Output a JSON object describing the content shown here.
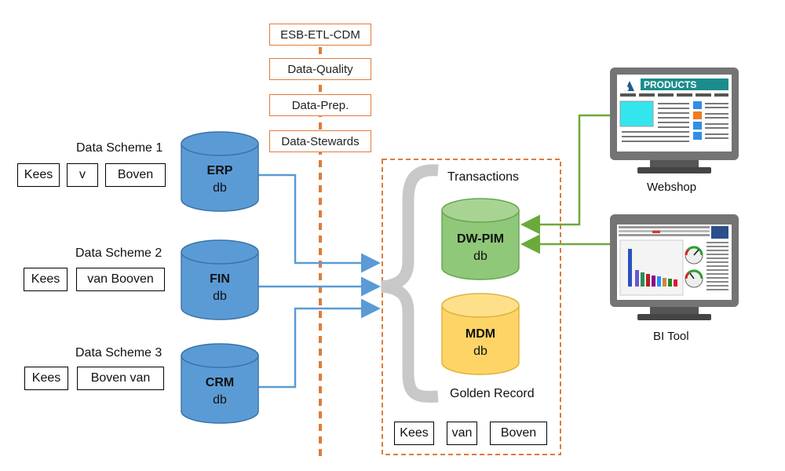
{
  "process_labels": [
    "ESB-ETL-CDM",
    "Data-Quality",
    "Data-Prep.",
    "Data-Stewards"
  ],
  "schemes": [
    {
      "title": "Data Scheme 1",
      "parts": [
        "Kees",
        "v",
        "Boven"
      ],
      "db": {
        "name": "ERP",
        "type": "db"
      }
    },
    {
      "title": "Data Scheme 2",
      "parts": [
        "Kees",
        "van Booven"
      ],
      "db": {
        "name": "FIN",
        "type": "db"
      }
    },
    {
      "title": "Data Scheme 3",
      "parts": [
        "Kees",
        "Boven van"
      ],
      "db": {
        "name": "CRM",
        "type": "db"
      }
    }
  ],
  "hub": {
    "transactions": "Transactions",
    "golden_record": "Golden Record",
    "dw": {
      "name": "DW-PIM",
      "type": "db"
    },
    "mdm": {
      "name": "MDM",
      "type": "db"
    },
    "golden_parts": [
      "Kees",
      "van",
      "Boven"
    ]
  },
  "webshop": {
    "label": "Webshop",
    "screen_title": "PRODUCTS"
  },
  "bi_tool": {
    "label": "BI Tool"
  },
  "colors": {
    "orange": "#e07b39",
    "blue_db": "#5b9bd5",
    "green_db": "#8fc879",
    "yellow_db": "#ffd466",
    "arrow_blue": "#5b9bd5",
    "arrow_green": "#6aaa3a",
    "brace": "#c8c8c8"
  }
}
